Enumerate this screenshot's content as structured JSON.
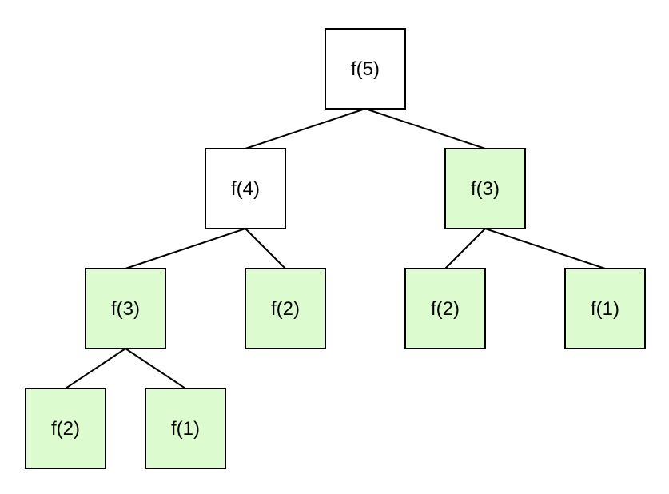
{
  "diagram": {
    "colors": {
      "plain": "#ffffff",
      "highlight": "#dcfcd0",
      "stroke": "#000000"
    },
    "nodes": [
      {
        "id": "n5",
        "label": "f(5)",
        "highlighted": false
      },
      {
        "id": "n4",
        "label": "f(4)",
        "highlighted": false
      },
      {
        "id": "n3r",
        "label": "f(3)",
        "highlighted": true
      },
      {
        "id": "n3l",
        "label": "f(3)",
        "highlighted": true
      },
      {
        "id": "n2a",
        "label": "f(2)",
        "highlighted": true
      },
      {
        "id": "n2b",
        "label": "f(2)",
        "highlighted": true
      },
      {
        "id": "n1a",
        "label": "f(1)",
        "highlighted": true
      },
      {
        "id": "n2c",
        "label": "f(2)",
        "highlighted": true
      },
      {
        "id": "n1b",
        "label": "f(1)",
        "highlighted": true
      }
    ],
    "edges": [
      {
        "from": "n5",
        "to": "n4"
      },
      {
        "from": "n5",
        "to": "n3r"
      },
      {
        "from": "n4",
        "to": "n3l"
      },
      {
        "from": "n4",
        "to": "n2a"
      },
      {
        "from": "n3r",
        "to": "n2b"
      },
      {
        "from": "n3r",
        "to": "n1a"
      },
      {
        "from": "n3l",
        "to": "n2c"
      },
      {
        "from": "n3l",
        "to": "n1b"
      }
    ]
  }
}
